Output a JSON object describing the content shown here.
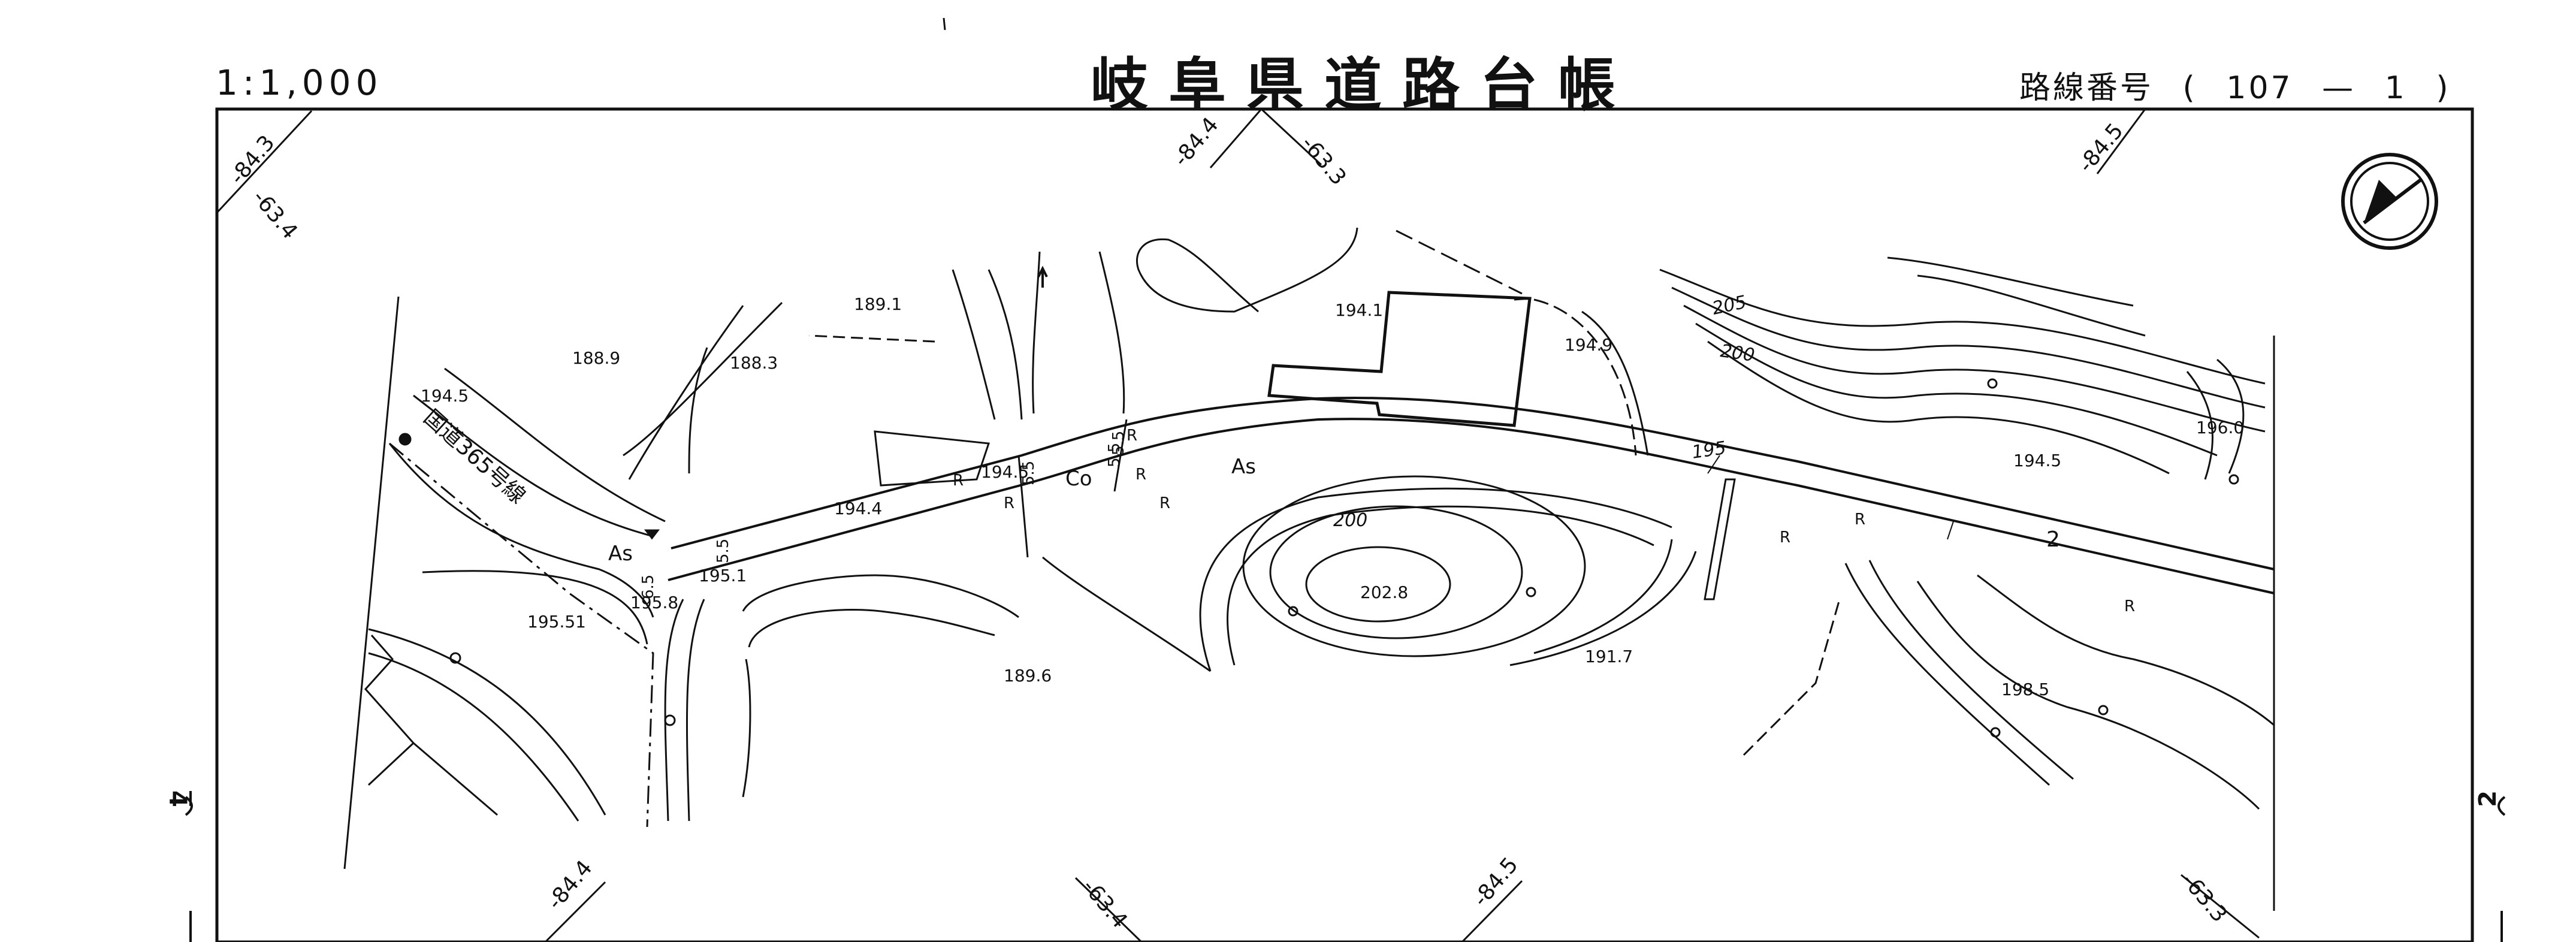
{
  "header": {
    "scale": "1:1,000",
    "title": "岐阜県道路台帳",
    "route_label": "路線番号",
    "route_open": "(",
    "route_number": "107",
    "route_dash": "—",
    "route_sub": "1",
    "route_close": ")"
  },
  "sheet_refs": {
    "left": "4",
    "right": "2"
  },
  "grid_labels": {
    "tl_a": "-84.3",
    "tl_b": "-63.4",
    "top_a": "-84.4",
    "top_b": "-63.3",
    "top_c": "-84.5",
    "bot_a": "-84.4",
    "bot_b": "-63.4",
    "bot_c": "-84.5",
    "bot_d": "-63.3"
  },
  "route_name": "国道365号線",
  "road_labels": {
    "as_left": "As",
    "co": "Co",
    "as_mid": "As"
  },
  "road_widths": [
    "6.5",
    "5.5",
    "5.5",
    "5.5",
    "5.5"
  ],
  "road_marks": [
    "R",
    "R",
    "R",
    "R",
    "R",
    "R",
    "R",
    "R"
  ],
  "contours": [
    "205",
    "200",
    "195",
    "200"
  ],
  "right_number": "2",
  "elevations": [
    "188.9",
    "194.5",
    "188.3",
    "189.1",
    "194.1",
    "194.9",
    "194.4",
    "194.5",
    "195.1",
    "195.8",
    "195.51",
    "189.6",
    "202.8",
    "191.7",
    "194.5",
    "196.0",
    "198.5"
  ],
  "colors": {
    "ink": "#111111",
    "paper": "#ffffff"
  }
}
